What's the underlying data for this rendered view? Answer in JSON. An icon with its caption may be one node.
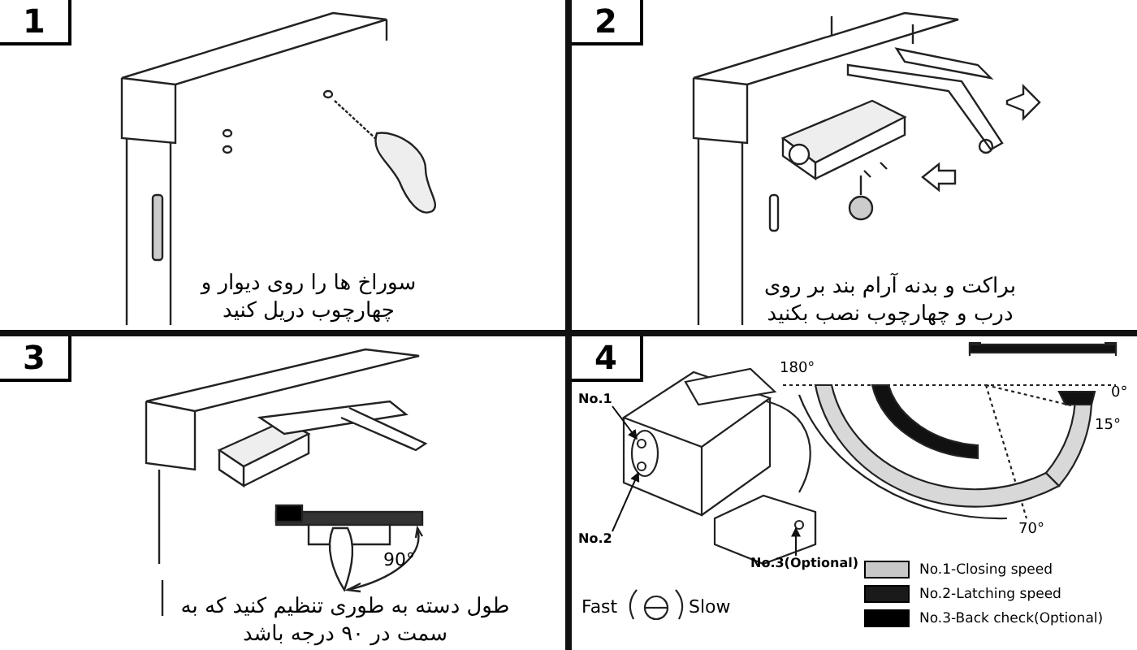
{
  "diagram": {
    "nodes": [
      {
        "text": [
          "1",
          "سوراخ ها را روی دیوار و چهارچوب دریل کنید"
        ]
      },
      {
        "text": [
          "2",
          "براکت و بدنه آرام بند بر روی درب و چهارچوب نصب بکنید"
        ]
      },
      {
        "text": [
          "3",
          "طول دسته به طوری تنظیم کنید که به سمت در ۹۰ درجه باشد"
        ]
      },
      {
        "text": [
          "4"
        ]
      },
      {
        "text": [
          "No.1"
        ],
        "in": 3
      },
      {
        "text": [
          "No.2"
        ],
        "in": 3
      },
      {
        "text": [
          "No.3(Optional)"
        ],
        "in": 3
      }
    ],
    "edges": [
      {
        "from": 4,
        "to": null,
        "arrow": "to"
      },
      {
        "from": 5,
        "to": null,
        "arrow": "to"
      },
      {
        "from": 6,
        "to": null,
        "arrow": "to"
      }
    ],
    "labels": [
      "90°",
      "180°",
      "0°",
      "15°",
      "70°",
      "Fast",
      "Slow"
    ],
    "legend": [
      {
        "text": "No.1-Closing speed",
        "color": "#c8c8c8"
      },
      {
        "text": "No.2-Latching speed",
        "color": "#1a1a1a"
      },
      {
        "text": "No.3-Back check(Optional)",
        "color": "#000000"
      }
    ]
  }
}
